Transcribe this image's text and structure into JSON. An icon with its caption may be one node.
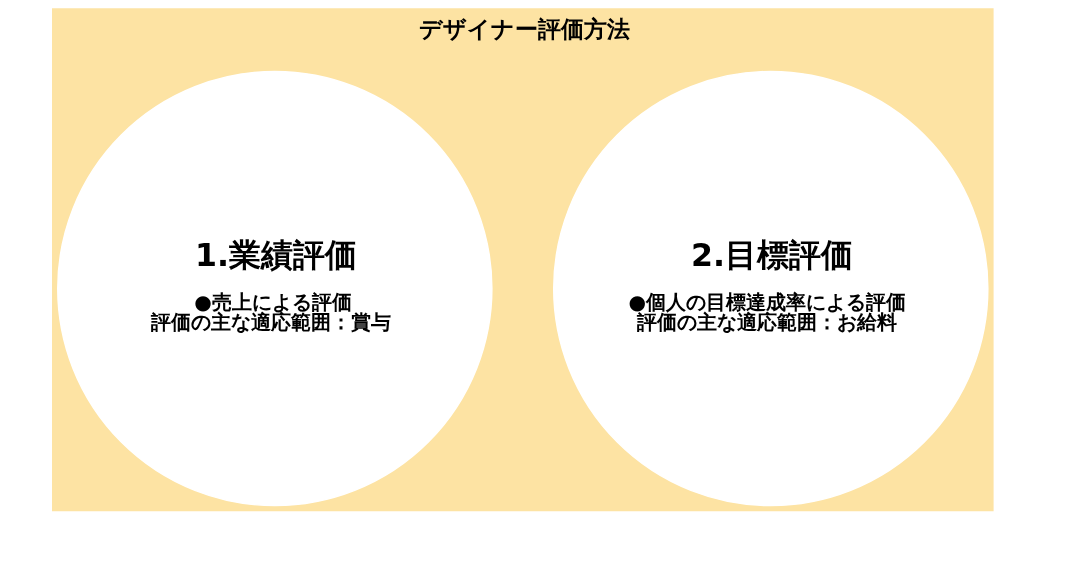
{
  "diagram": {
    "title": "デザイナー評価方法",
    "nodes": [
      {
        "text": [
          "1.業績評価",
          "●売上による評価",
          "評価の主な適応範囲：賞与"
        ]
      },
      {
        "text": [
          "2.目標評価",
          "●個人の目標達成率による評価",
          "評価の主な適応範囲：お給料"
        ]
      }
    ]
  }
}
